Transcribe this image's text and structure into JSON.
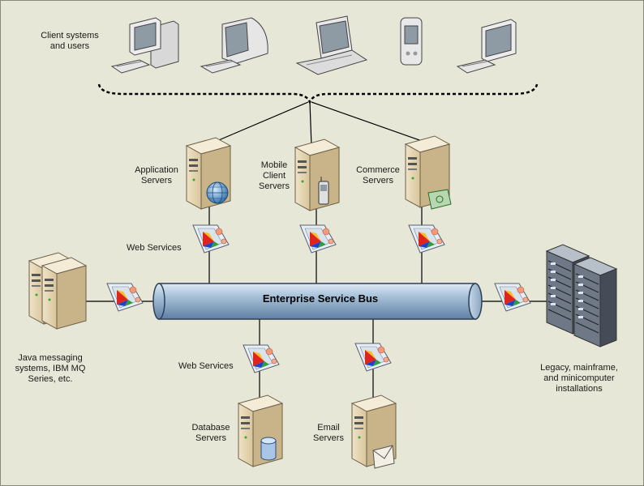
{
  "labels": {
    "client_systems": [
      "Client systems",
      "and users"
    ],
    "application_servers": [
      "Application",
      "Servers"
    ],
    "mobile_client_servers": [
      "Mobile",
      "Client",
      "Servers"
    ],
    "commerce_servers": [
      "Commerce",
      "Servers"
    ],
    "web_services_top": "Web Services",
    "web_services_bottom": "Web Services",
    "esb": "Enterprise Service Bus",
    "java_messaging": [
      "Java messaging",
      "systems, IBM MQ",
      "Series, etc."
    ],
    "legacy": [
      "Legacy, mainframe,",
      "and minicomputer",
      "installations"
    ],
    "database_servers": [
      "Database",
      "Servers"
    ],
    "email_servers": [
      "Email",
      "Servers"
    ]
  },
  "colors": {
    "background": "#e6e7d6",
    "bus_fill": "#9ab7d3",
    "line": "#000000"
  }
}
